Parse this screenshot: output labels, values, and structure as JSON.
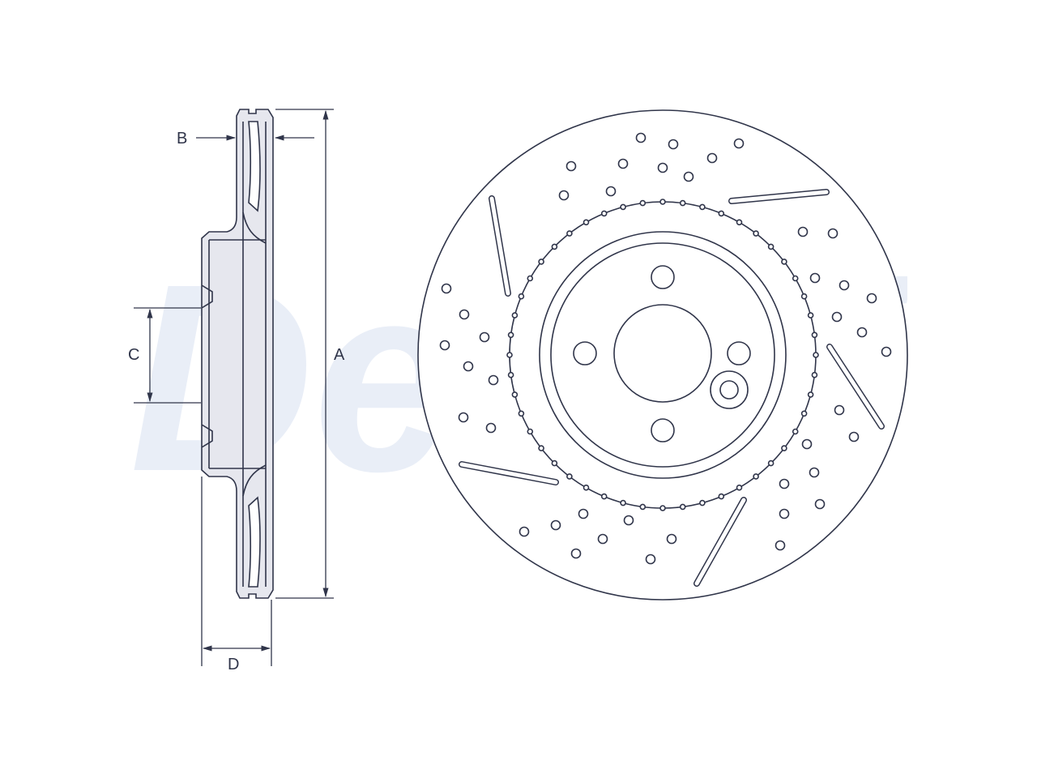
{
  "watermark": {
    "text": "Delphi",
    "color": "#e9eef7"
  },
  "dimensions": {
    "outer_diameter_label": "A",
    "disc_thickness_label": "B",
    "center_bore_label": "C",
    "overall_height_label": "D"
  },
  "colors": {
    "line": "#30354a",
    "fill": "#e6e7ee",
    "background": "#ffffff"
  }
}
